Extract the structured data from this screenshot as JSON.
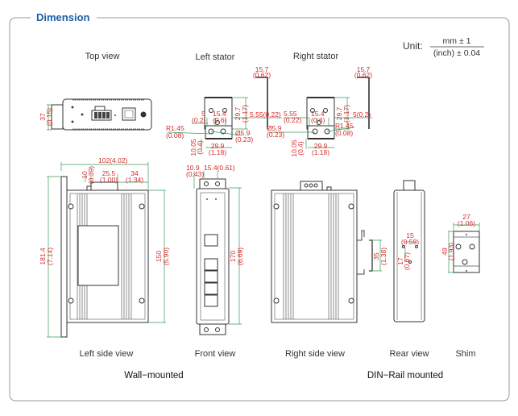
{
  "title": "Dimension",
  "unit": {
    "label": "Unit:",
    "numerator": "mm ± 1",
    "denominator": "(inch) ± 0.04"
  },
  "colors": {
    "title": "#1d5fa8",
    "dimension_text": "#d42a2a",
    "dimension_line": "#3a9a5a",
    "outline": "#333333"
  },
  "views": {
    "top": {
      "label": "Top view",
      "height_mm": "37",
      "height_in": "(0.15)"
    },
    "left_stator": {
      "label": "Left stator",
      "depth_mm": "15.7",
      "depth_in": "(0.62)",
      "height_mm": "29.7",
      "height_in": "(1.17)",
      "edge_mm": "5",
      "edge_in": "(0.2)",
      "pitch_mm": "15.4",
      "pitch_in": "(0.6)",
      "edge2": "5.55(0.22)",
      "radius_mm": "R1.45",
      "radius_in": "(0.08)",
      "hole_mm": "Ø5.9",
      "hole_in": "(0.23)",
      "offset_mm": "10.05",
      "offset_in": "(0.4)",
      "width_mm": "29.9",
      "width_in": "(1.18)"
    },
    "right_stator": {
      "label": "Right stator",
      "depth_mm": "15.7",
      "depth_in": "(0.62)",
      "height_mm": "29.7",
      "height_in": "(1.17)",
      "edge_mm": "5.55",
      "edge_in": "(0.22)",
      "pitch_mm": "15.4",
      "pitch_in": "(0.6)",
      "edge2": "5(0.2)",
      "radius_mm": "R1.45",
      "radius_in": "(0.08)",
      "hole_mm": "Ø5.9",
      "hole_in": "(0.23)",
      "offset_mm": "10.05",
      "offset_in": "(0.4)",
      "width_mm": "29.9",
      "width_in": "(1.18)"
    },
    "left_side": {
      "label": "Left side view",
      "width": "102(4.02)",
      "a_mm": "10",
      "a_in": "(0.39)",
      "b_mm": "25.5",
      "b_in": "(1.00)",
      "c_mm": "34",
      "c_in": "(1.34)",
      "total_h_mm": "181.4",
      "total_h_in": "(7.14)",
      "body_h_mm": "150",
      "body_h_in": "(5.90)"
    },
    "front": {
      "label": "Front view",
      "a_mm": "10.9",
      "a_in": "(0.43)",
      "b": "15.4(0.61)",
      "h_mm": "170",
      "h_in": "(6.69)"
    },
    "right_side": {
      "label": "Right side view",
      "rail_mm": "35",
      "rail_in": "(1.38)"
    },
    "rear": {
      "label": "Rear view",
      "w_mm": "15",
      "w_in": "(0.59)",
      "h_mm": "17",
      "h_in": "(0.67)"
    },
    "shim": {
      "label": "Shim",
      "w_mm": "27",
      "w_in": "(1.06)",
      "h_mm": "49",
      "h_in": "(1.93)"
    }
  },
  "groups": {
    "wall": "Wall−mounted",
    "din": "DIN−Rail mounted"
  }
}
